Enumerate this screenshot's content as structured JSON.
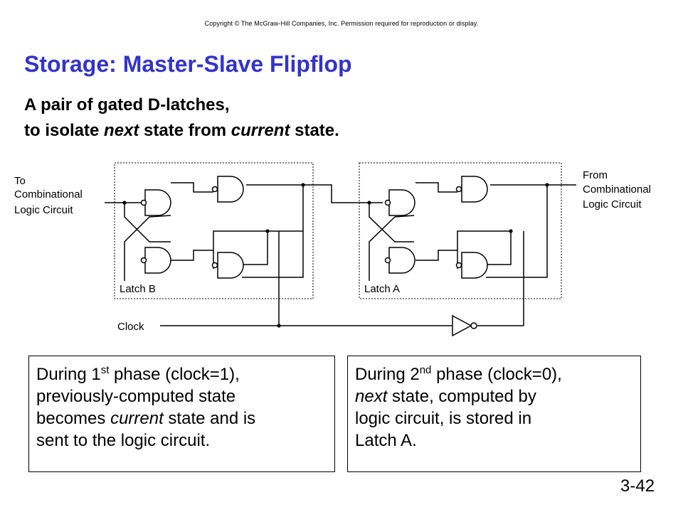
{
  "copyright": "Copyright © The McGraw-Hill Companies, Inc. Permission required for reproduction or display.",
  "title": "Storage: Master-Slave Flipflop",
  "subtitle": {
    "line1": "A pair of gated D-latches,",
    "line2_pre": "to isolate ",
    "line2_em1": "next",
    "line2_mid": " state from ",
    "line2_em2": "current",
    "line2_post": " state."
  },
  "diagram": {
    "left_label": [
      "To",
      "Combinational",
      "Logic Circuit"
    ],
    "right_label": [
      "From",
      "Combinational",
      "Logic Circuit"
    ],
    "latch_b": "Latch B",
    "latch_a": "Latch A",
    "clock": "Clock"
  },
  "phase1": {
    "pre": "During 1",
    "sup": "st",
    "line1_post": " phase (clock=1),",
    "line2": "previously-computed state",
    "line3_pre": "becomes ",
    "line3_em": "current",
    "line3_post": " state and is",
    "line4": "sent to the logic circuit."
  },
  "phase2": {
    "pre": "During 2",
    "sup": "nd",
    "line1_post": " phase (clock=0),",
    "line2_em": "next",
    "line2_post": " state, computed by",
    "line3": "logic circuit, is stored in",
    "line4": "Latch A."
  },
  "slide_number": "3-42"
}
